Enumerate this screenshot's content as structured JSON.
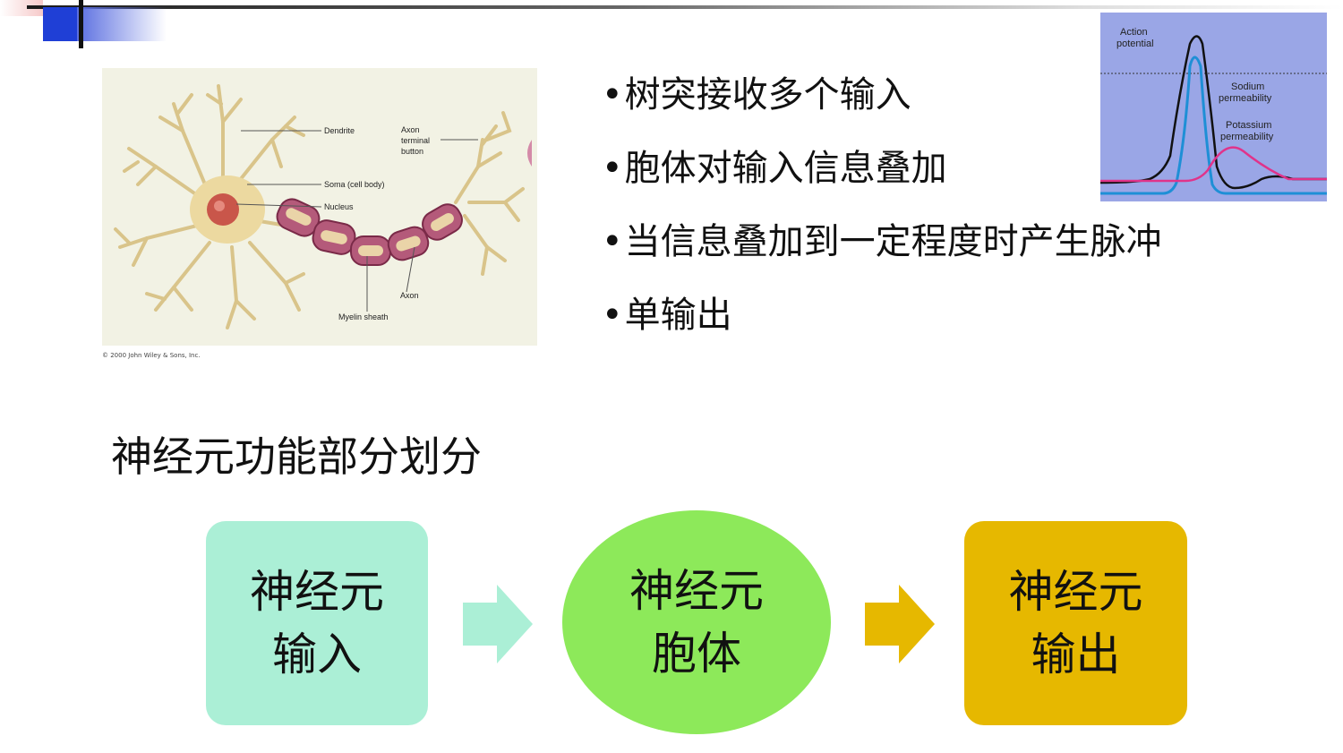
{
  "figure": {
    "labels": {
      "dendrite": "Dendrite",
      "axon_terminal_1": "Axon",
      "axon_terminal_2": "terminal",
      "axon_terminal_3": "button",
      "soma": "Soma (cell body)",
      "nucleus": "Nucleus",
      "axon": "Axon",
      "myelin": "Myelin sheath"
    },
    "copyright": "© 2000 John Wiley & Sons, Inc."
  },
  "bullets": [
    "树突接收多个输入",
    "胞体对输入信息叠加",
    "当信息叠加到一定程度时产生脉冲",
    "单输出"
  ],
  "ap_chart": {
    "label_action_1": "Action",
    "label_action_2": "potential",
    "label_sodium_1": "Sodium",
    "label_sodium_2": "permeability",
    "label_potassium_1": "Potassium",
    "label_potassium_2": "permeability",
    "colors": {
      "background": "#9aa6e6",
      "action": "#111111",
      "sodium": "#1e8fd6",
      "potassium": "#e0338a"
    }
  },
  "section_heading": "神经元功能部分划分",
  "flow": {
    "input": {
      "line1": "神经元",
      "line2": "输入",
      "color": "#abefd6"
    },
    "soma": {
      "line1": "神经元",
      "line2": "胞体",
      "color": "#8de95a"
    },
    "output": {
      "line1": "神经元",
      "line2": "输出",
      "color": "#e6b800"
    },
    "arrow1_color": "#abefd6",
    "arrow2_color": "#e6b800"
  }
}
